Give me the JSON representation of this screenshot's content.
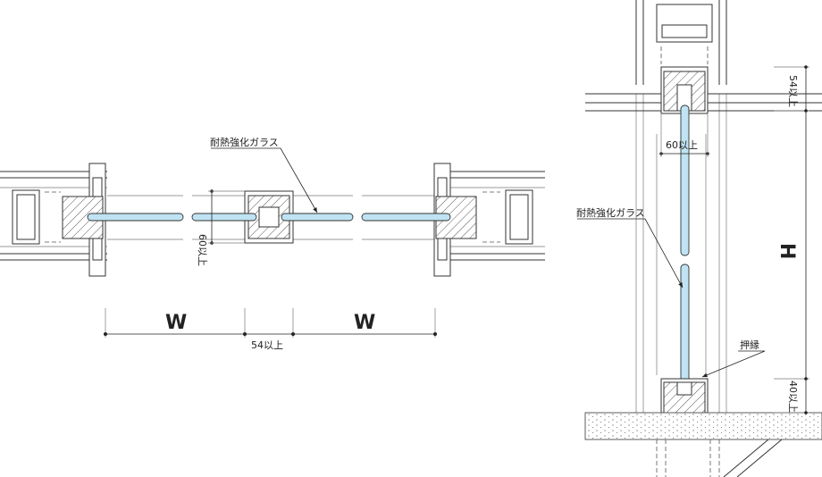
{
  "plan_view": {
    "glass_label": "耐熱強化ガラス",
    "width_left": "W",
    "width_right": "W",
    "mullion_width": "54以上",
    "glass_depth": "60以上"
  },
  "section_view": {
    "glass_label": "耐熱強化ガラス",
    "height": "H",
    "head_depth": "54以上",
    "glass_depth": "60以上",
    "stop_label": "押縁",
    "sill_depth": "40以上"
  }
}
